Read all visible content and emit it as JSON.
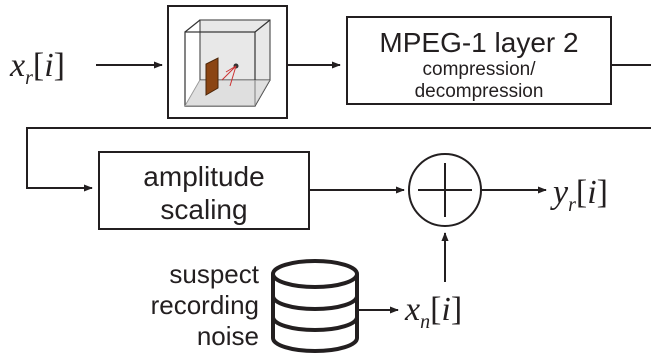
{
  "signals": {
    "input": {
      "base": "x",
      "sub": "r",
      "idx": "i"
    },
    "output": {
      "base": "y",
      "sub": "r",
      "idx": "i"
    },
    "noise": {
      "base": "x",
      "sub": "n",
      "idx": "i"
    }
  },
  "blocks": {
    "mpeg": {
      "title": "MPEG-1 layer 2",
      "sub1": "compression/",
      "sub2": "decompression"
    },
    "scaling": {
      "line1": "amplitude",
      "line2": "scaling"
    },
    "noise_source": {
      "line1": "suspect",
      "line2": "recording",
      "line3": "noise"
    }
  },
  "icons": {
    "room": "room-with-door-icon",
    "adder": "summation-icon",
    "database": "database-icon"
  },
  "colors": {
    "ink": "#231f20",
    "door": "#8b4513",
    "ray": "#cc3333"
  }
}
